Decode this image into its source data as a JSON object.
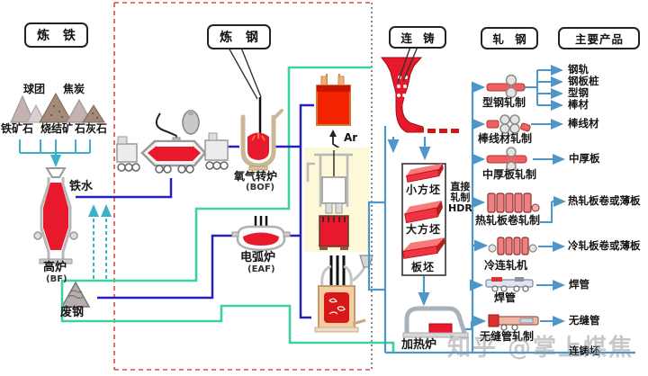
{
  "sections": {
    "ironmaking": {
      "label": "炼 铁"
    },
    "steelmaking": {
      "label": "炼 钢"
    },
    "casting": {
      "label": "连 铸"
    },
    "rolling": {
      "label": "轧 钢"
    },
    "products": {
      "label": "主要产品"
    }
  },
  "ironmaking": {
    "raw_top": [
      {
        "label": "球团"
      },
      {
        "label": "焦炭"
      }
    ],
    "raw_bottom": [
      {
        "label": "铁矿石"
      },
      {
        "label": "烧结矿"
      },
      {
        "label": "石灰石"
      }
    ],
    "blast_furnace": {
      "label": "高炉",
      "abbr": "(BF)"
    },
    "hot_metal_label": "铁水",
    "scrap_label": "废钢"
  },
  "steelmaking": {
    "bof": {
      "label": "氧气转炉",
      "abbr": "(BOF)"
    },
    "eaf": {
      "label": "电弧炉",
      "abbr": "(EAF)"
    },
    "argon_label": "Ar"
  },
  "casting": {
    "billet_types": [
      {
        "label": "小方坯"
      },
      {
        "label": "大方坯"
      },
      {
        "label": "板坯"
      }
    ],
    "direct_rolling": {
      "line1": "直接",
      "line2": "轧制",
      "line3": "HDR"
    },
    "reheating_furnace_label": "加热炉",
    "cast_billet_label": "连铸坯"
  },
  "rolling": {
    "mills": [
      {
        "label": "型钢轧制"
      },
      {
        "label": "棒线材轧制"
      },
      {
        "label": "中厚板轧制"
      },
      {
        "label": "热轧板卷轧制"
      },
      {
        "label": "冷连轧机"
      },
      {
        "label": "焊管"
      },
      {
        "label": "无缝管轧制"
      }
    ]
  },
  "products": {
    "items": [
      {
        "label": "钢轨"
      },
      {
        "label": "钢板桩"
      },
      {
        "label": "型钢"
      },
      {
        "label": "棒材"
      },
      {
        "label": "棒线材"
      },
      {
        "label": "中厚板"
      },
      {
        "label": "热轧板卷或薄板"
      },
      {
        "label": "冷轧板卷或薄板"
      },
      {
        "label": "焊管"
      },
      {
        "label": "无缝管"
      }
    ]
  },
  "watermark": "知乎 @掌上煤焦",
  "colors": {
    "hot_metal_red": "#e8192c",
    "navy_line": "#2420b8",
    "teal_line": "#3fd0a0",
    "steel_blue_line": "#4e96c8",
    "cyan_line": "#3bb0c8",
    "boundary_red": "#e04848",
    "highlight_yellow": "#fcf8d8"
  }
}
